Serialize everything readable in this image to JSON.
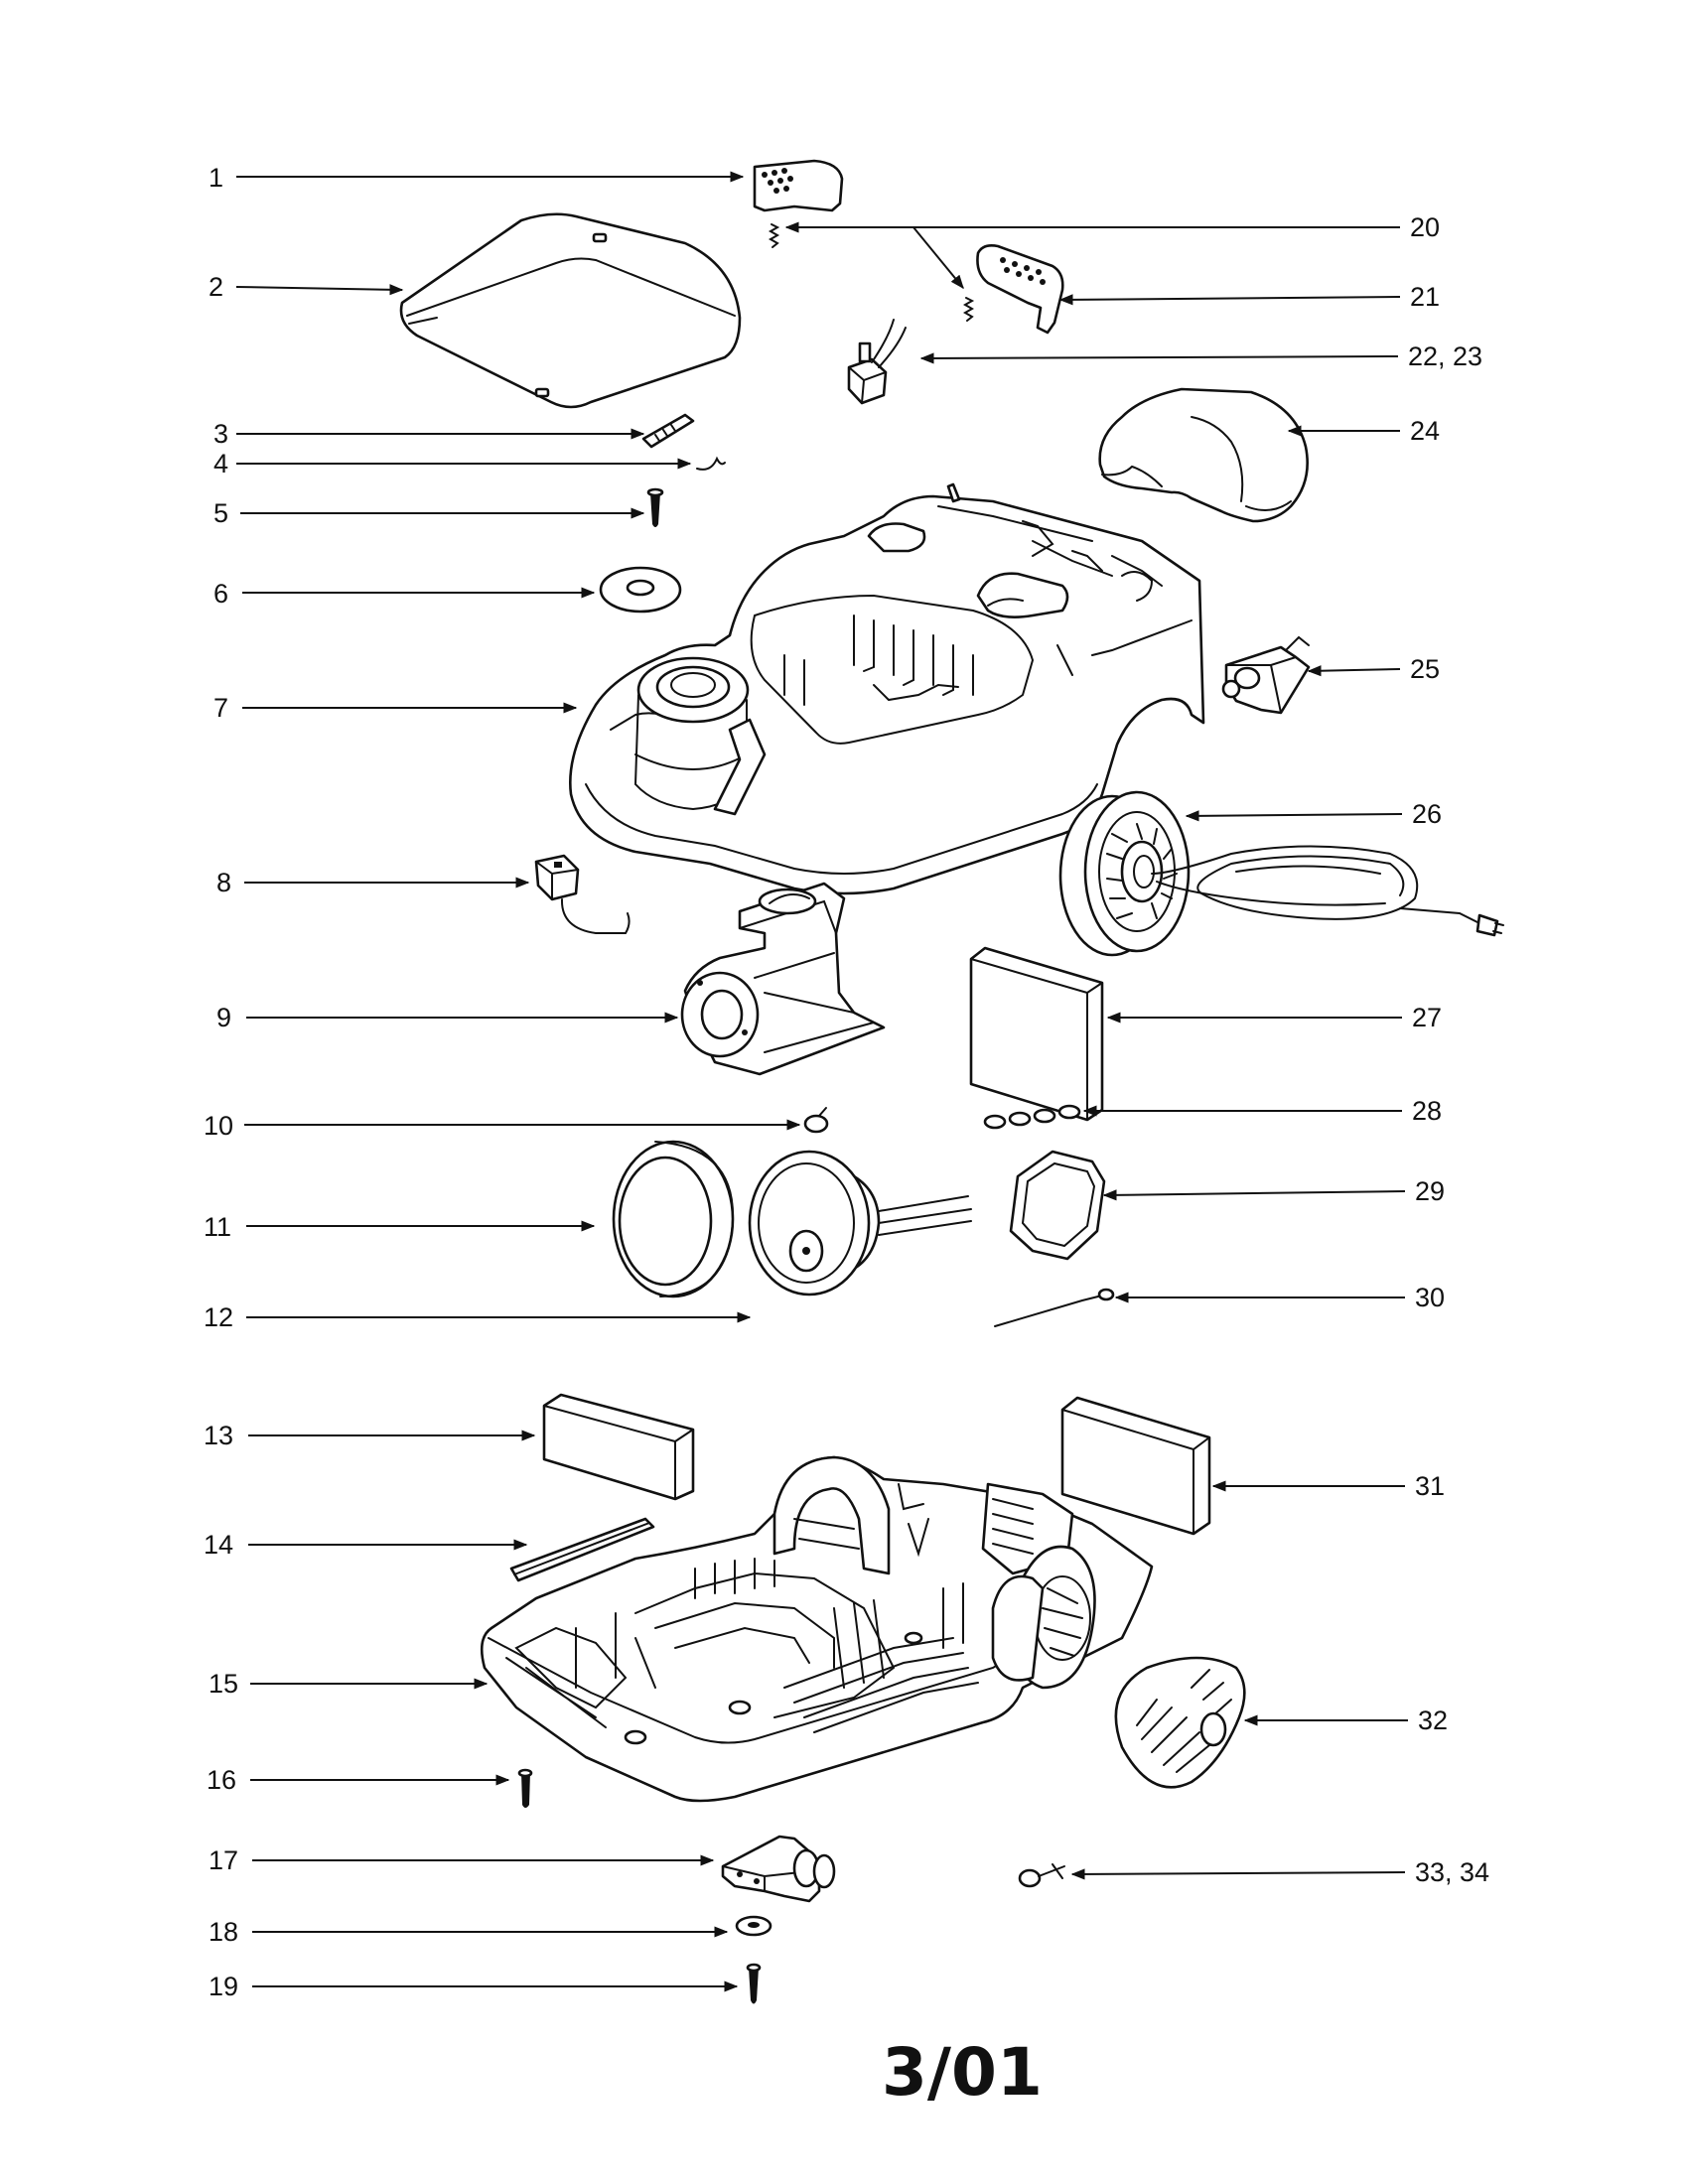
{
  "diagram": {
    "footer_date": "3/01",
    "callouts": [
      "1",
      "2",
      "3",
      "4",
      "5",
      "6",
      "7",
      "8",
      "9",
      "10",
      "11",
      "12",
      "13",
      "14",
      "15",
      "16",
      "17",
      "18",
      "19",
      "20",
      "21",
      "22, 23",
      "24",
      "25",
      "26",
      "27",
      "28",
      "29",
      "30",
      "31",
      "32",
      "33, 34"
    ]
  }
}
